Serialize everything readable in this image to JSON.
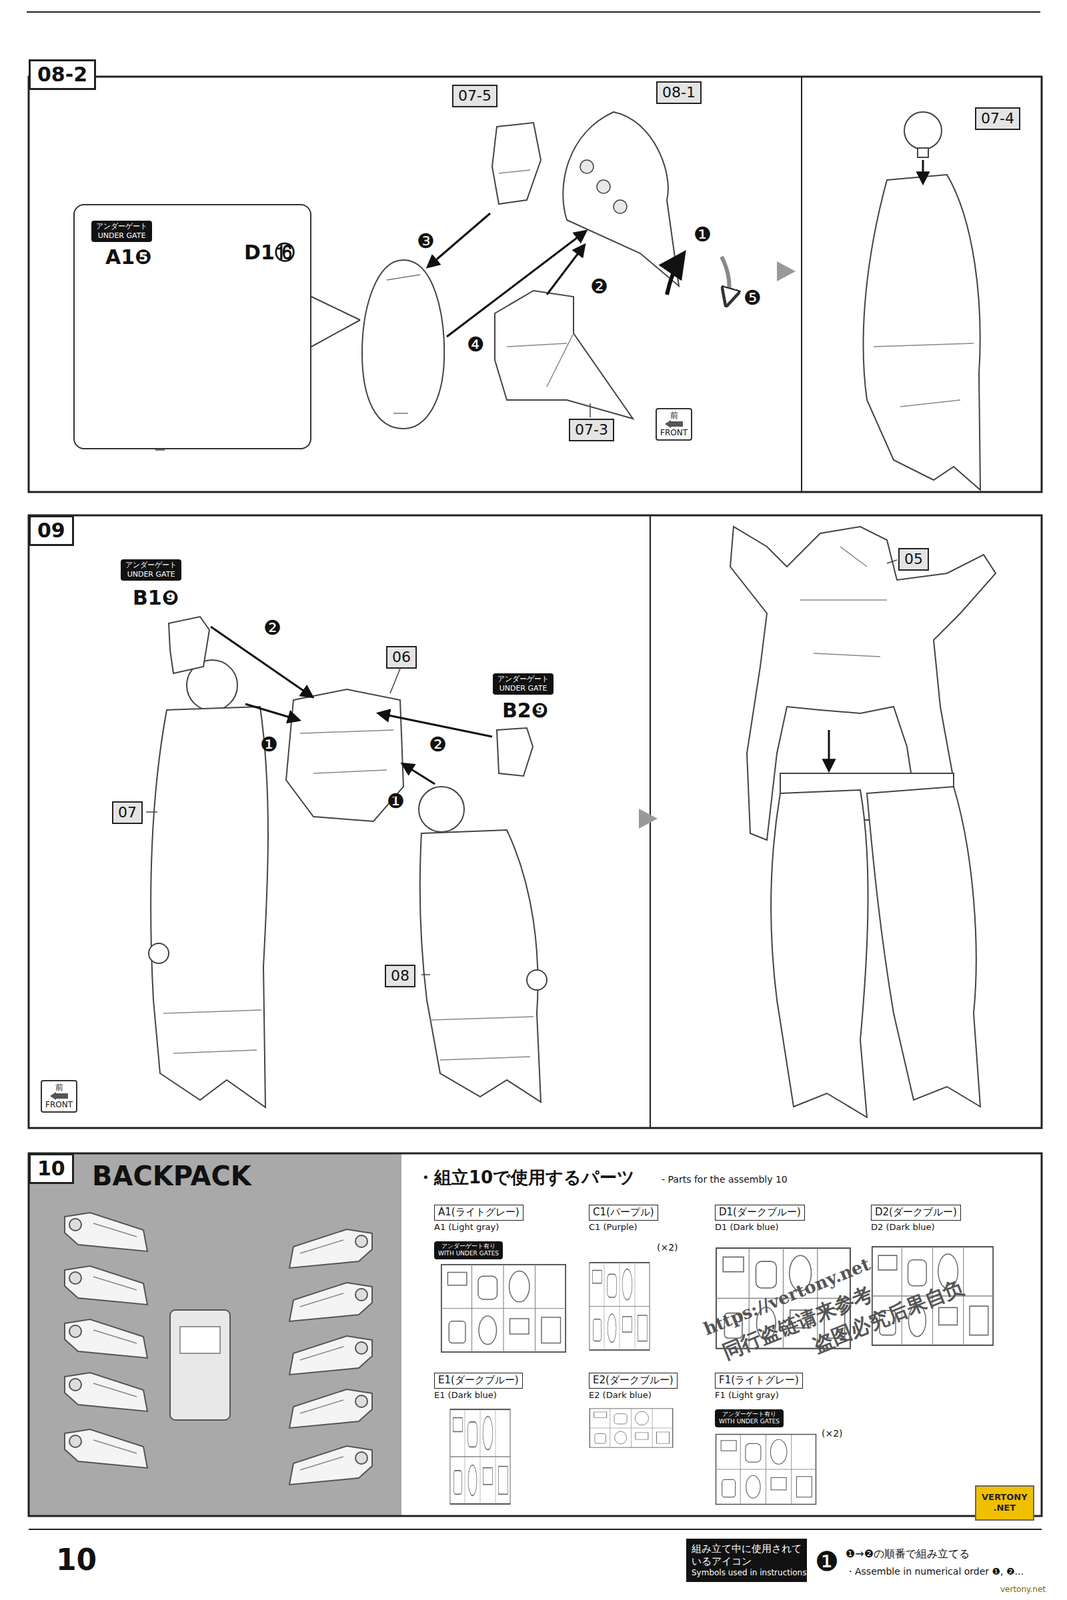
{
  "diagram": {
    "nodes": [
      {
        "text": [
          "08-2"
        ]
      },
      {
        "text": [
          "07-5"
        ]
      },
      {
        "text": [
          "08-1"
        ]
      },
      {
        "text": [
          "A1❺",
          "D1⑯"
        ]
      },
      {
        "text": [
          "アンダーゲート",
          "UNDER GATE"
        ],
        "in": 3
      },
      {
        "text": [
          "07-4"
        ]
      },
      {
        "text": [
          "07-3"
        ]
      },
      {
        "text": [
          "前",
          "FRONT"
        ]
      },
      {
        "text": [
          "09"
        ]
      },
      {
        "text": [
          "アンダーゲート",
          "UNDER GATE"
        ]
      },
      {
        "text": [
          "06"
        ]
      },
      {
        "text": [
          "アンダーゲート",
          "UNDER GATE"
        ]
      },
      {
        "text": [
          "05"
        ]
      },
      {
        "text": [
          "07"
        ]
      },
      {
        "text": [
          "08"
        ]
      },
      {
        "text": [
          "前",
          "FRONT"
        ]
      },
      {
        "text": [
          "10"
        ]
      },
      {
        "text": [
          "A1(ライトグレー)",
          "A1 (Light gray)"
        ]
      },
      {
        "text": [
          "アンダーゲート有り",
          "WITH UNDER GATES"
        ]
      },
      {
        "text": [
          "C1(パープル)",
          "C1 (Purple)"
        ]
      },
      {
        "text": [
          "D1(ダークブルー)",
          "D1 (Dark blue)"
        ]
      },
      {
        "text": [
          "D2(ダークブルー)",
          "D2 (Dark blue)"
        ]
      },
      {
        "text": [
          "E1(ダークブルー)",
          "E1 (Dark blue)"
        ]
      },
      {
        "text": [
          "E2(ダークブルー)",
          "E2 (Dark blue)"
        ]
      },
      {
        "text": [
          "F1(ライトグレー)",
          "F1 (Light gray)"
        ]
      },
      {
        "text": [
          "アンダーゲート有り",
          "WITH UNDER GATES"
        ]
      },
      {
        "text": [
          "VERTONY",
          ".NET"
        ]
      },
      {
        "text": [
          "組み立て中に使用されているアイコン",
          "Symbols used in instructions"
        ]
      }
    ],
    "labels": [
      "❸",
      "❹",
      "❷",
      "❶",
      "❺",
      "B1❾",
      "❷",
      "❶",
      "❷",
      "B2❾",
      "❶",
      "BACKPACK",
      "・組立10で使用するパーツ",
      "- Parts for the assembly 10",
      "(×2)",
      "https://vertony.net",
      "同行盗链请来参考",
      "盗图必究后果自负",
      "(×2)",
      "10",
      "❶",
      "❶→❷の順番で組み立てる",
      "・Assemble in numerical order ❶, ❷...",
      "vertony.net"
    ]
  }
}
